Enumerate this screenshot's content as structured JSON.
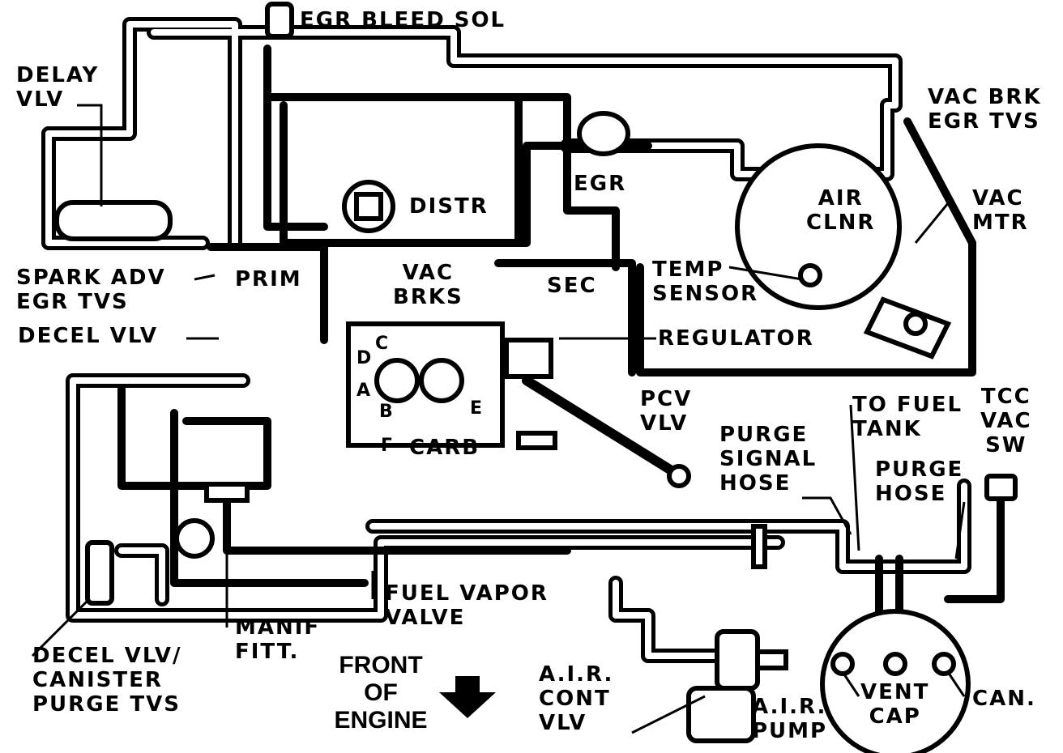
{
  "colors": {
    "ink": "#000000",
    "paper": "#ffffff"
  },
  "labels": {
    "egr_bleed_sol": "EGR BLEED SOL",
    "delay_vlv": [
      "DELAY",
      "VLV"
    ],
    "vac_brk_egr_tvs": [
      "VAC BRK",
      "EGR TVS"
    ],
    "egr": "EGR",
    "distr": "DISTR",
    "air_clnr": [
      "AIR",
      "CLNR"
    ],
    "vac_mtr": [
      "VAC",
      "MTR"
    ],
    "spark_adv_egr_tvs": [
      "SPARK ADV",
      "EGR TVS"
    ],
    "decel_vlv": "DECEL VLV",
    "prim": "PRIM",
    "vac_brks": [
      "VAC",
      "BRKS"
    ],
    "sec": "SEC",
    "temp_sensor": [
      "TEMP",
      "SENSOR"
    ],
    "regulator": "REGULATOR",
    "carb_letters": {
      "c": "C",
      "d": "D",
      "a": "A",
      "b": "B",
      "e": "E",
      "f": "F"
    },
    "carb": "CARB",
    "pcv_vlv": [
      "PCV",
      "VLV"
    ],
    "purge_signal_hose": [
      "PURGE",
      "SIGNAL",
      "HOSE"
    ],
    "to_fuel_tank": [
      "TO FUEL",
      "TANK"
    ],
    "tcc_vac_sw": [
      "TCC",
      "VAC",
      "SW"
    ],
    "purge_hose": [
      "PURGE",
      "HOSE"
    ],
    "fuel_vapor_valve": [
      "FUEL VAPOR",
      "VALVE"
    ],
    "manif_fitt": [
      "MANIF",
      "FITT."
    ],
    "decel_vlv_canister": [
      "DECEL VLV/",
      "CANISTER",
      "PURGE TVS"
    ],
    "front_of_engine": [
      "FRONT",
      "OF",
      "ENGINE"
    ],
    "air_cont_vlv": [
      "A.I.R.",
      "CONT",
      "VLV"
    ],
    "air_pump": [
      "A.I.R.",
      "PUMP"
    ],
    "vent_cap": [
      "VENT",
      "CAP"
    ],
    "can": "CAN."
  },
  "icons": {
    "front_arrow": "down-arrow-icon"
  }
}
